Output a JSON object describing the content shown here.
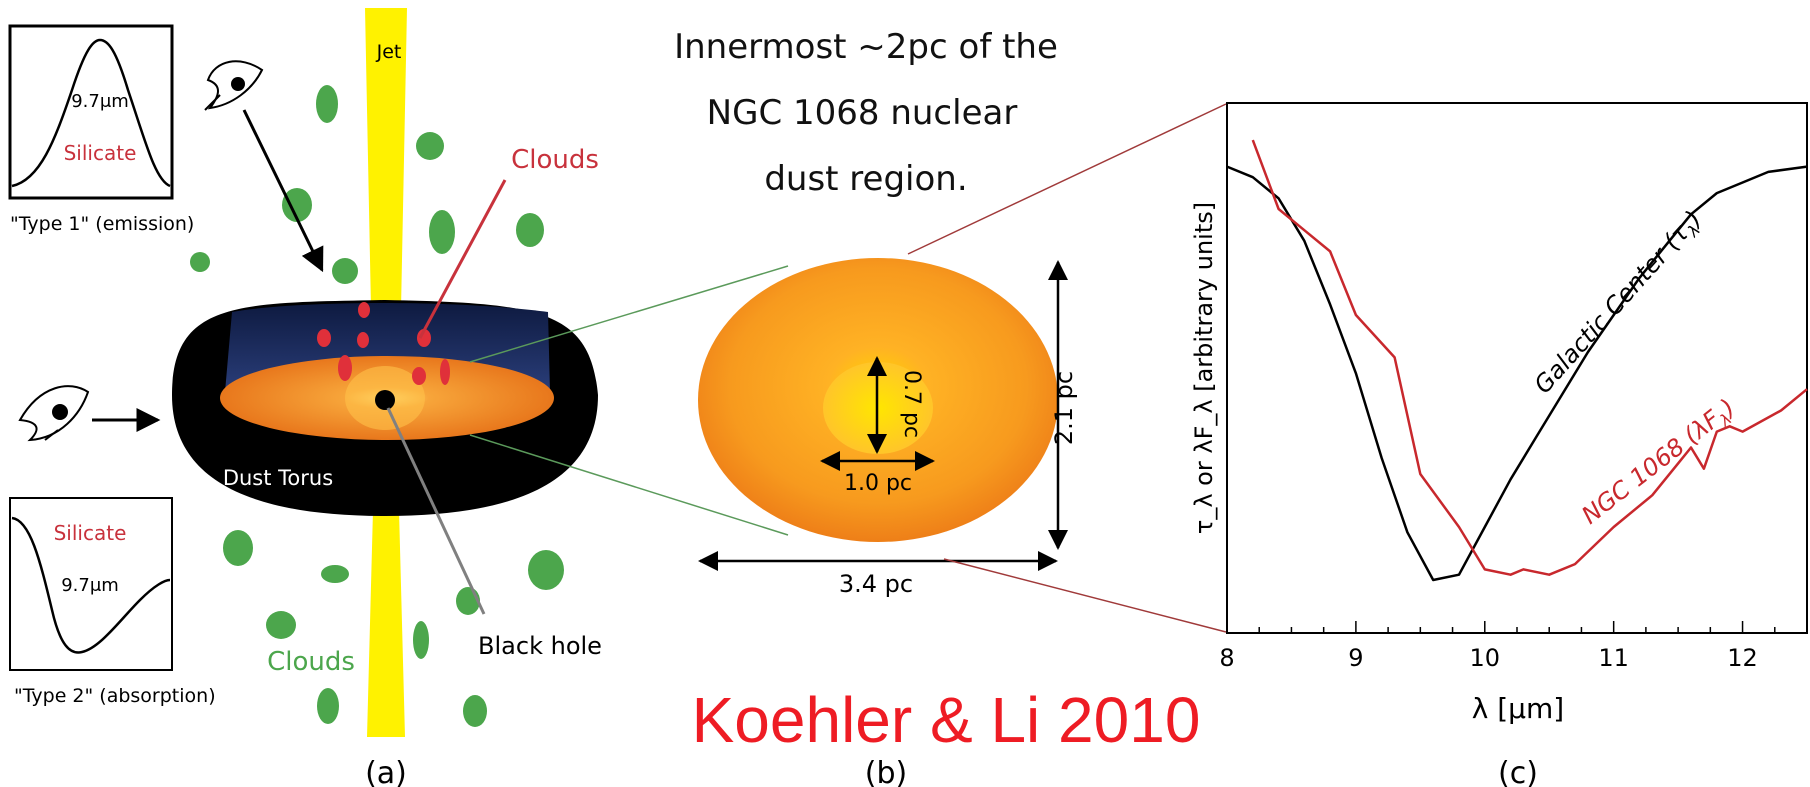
{
  "panel_a": {
    "jet_label": "Jet",
    "clouds_red_label": "Clouds",
    "clouds_green_label": "Clouds",
    "torus_label": "Dust Torus",
    "black_hole_label": "Black hole",
    "type1": {
      "wavelength": "9.7μm",
      "feature": "Silicate",
      "caption": "\"Type 1\" (emission)"
    },
    "type2": {
      "wavelength": "9.7μm",
      "feature": "Silicate",
      "caption": "\"Type 2\" (absorption)"
    },
    "panel_label": "(a)"
  },
  "panel_b": {
    "title_lines": [
      "Innermost ~2pc of the",
      "NGC 1068 nuclear",
      "dust region."
    ],
    "dims": {
      "inner_height": "0.7 pc",
      "inner_width": "1.0 pc",
      "outer_height": "2.1 pc",
      "outer_width": "3.4 pc"
    },
    "panel_label": "(b)"
  },
  "panel_c": {
    "ylabel": "τ_λ or λF_λ [arbitrary units]",
    "xlabel": "λ [μm]",
    "panel_label": "(c)"
  },
  "credit": "Koehler & Li 2010",
  "colors": {
    "jet": "#fff200",
    "cloud_green": "#4ca64c",
    "cloud_red": "#e0303a",
    "label_red": "#c8323c",
    "credit_red": "#ee1c24",
    "ngc_line": "#c8282d",
    "gc_line": "#000000"
  },
  "chart_data": {
    "type": "line",
    "xlabel": "λ [μm]",
    "ylabel": "τλ or λFλ [arbitrary units]",
    "xlim": [
      8,
      12.5
    ],
    "ylim": [
      0,
      1
    ],
    "xticks": [
      8,
      9,
      10,
      11,
      12
    ],
    "grid": false,
    "series": [
      {
        "name": "Galactic Center (τλ)",
        "color": "#000000",
        "label_text": "Galactic Center (τ",
        "label_sub": "λ",
        "x": [
          8.0,
          8.2,
          8.4,
          8.6,
          8.8,
          9.0,
          9.2,
          9.4,
          9.6,
          9.8,
          10.0,
          10.2,
          10.4,
          10.6,
          10.8,
          11.0,
          11.2,
          11.4,
          11.6,
          11.8,
          12.0,
          12.2,
          12.5
        ],
        "y": [
          0.88,
          0.86,
          0.82,
          0.74,
          0.62,
          0.49,
          0.33,
          0.19,
          0.1,
          0.11,
          0.2,
          0.29,
          0.37,
          0.45,
          0.53,
          0.6,
          0.67,
          0.73,
          0.79,
          0.83,
          0.85,
          0.87,
          0.88
        ]
      },
      {
        "name": "NGC 1068 (λFλ)",
        "color": "#c8282d",
        "label_text": "NGC 1068 (λF",
        "label_sub": "λ",
        "x": [
          8.2,
          8.4,
          8.6,
          8.8,
          9.0,
          9.3,
          9.5,
          9.8,
          10.0,
          10.2,
          10.3,
          10.5,
          10.7,
          11.0,
          11.3,
          11.5,
          11.6,
          11.7,
          11.8,
          11.9,
          12.0,
          12.3,
          12.5
        ],
        "y": [
          0.93,
          0.8,
          0.76,
          0.72,
          0.6,
          0.52,
          0.3,
          0.2,
          0.12,
          0.11,
          0.12,
          0.11,
          0.13,
          0.2,
          0.26,
          0.32,
          0.35,
          0.31,
          0.38,
          0.39,
          0.38,
          0.42,
          0.46
        ]
      }
    ]
  }
}
